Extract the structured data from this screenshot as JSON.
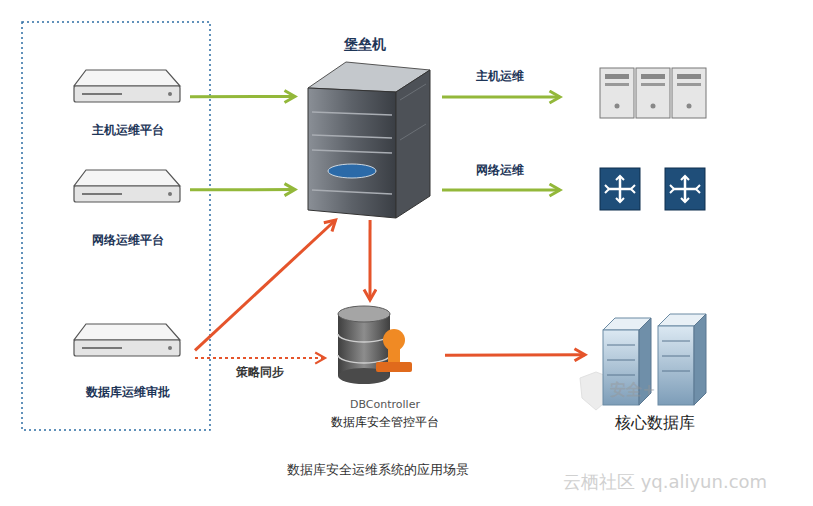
{
  "diagram": {
    "caption": "数据库安全运维系统的应用场景",
    "nodes": [
      {
        "text": [
          "主机运维平台"
        ]
      },
      {
        "text": [
          "网络运维平台"
        ]
      },
      {
        "text": [
          "数据库运维审批"
        ]
      },
      {
        "text": [
          "堡垒机"
        ]
      },
      {
        "text": [
          "DBController",
          "数据库安全管控平台"
        ]
      },
      {
        "text": [
          "核心数据库"
        ]
      }
    ],
    "edges": [
      {
        "from": 0,
        "to": 3,
        "arrow": "to"
      },
      {
        "from": 1,
        "to": 3,
        "arrow": "to"
      },
      {
        "from": 2,
        "to": 3,
        "arrow": "to"
      },
      {
        "from": 2,
        "to": 4,
        "arrow": "to",
        "label": "策略同步"
      },
      {
        "from": 3,
        "to": 4,
        "arrow": "to"
      },
      {
        "from": 4,
        "to": 5,
        "arrow": "to"
      }
    ],
    "labels": [
      "主机运维",
      "网络运维",
      "安全+",
      "云栖社区 yq.aliyun.com"
    ]
  }
}
